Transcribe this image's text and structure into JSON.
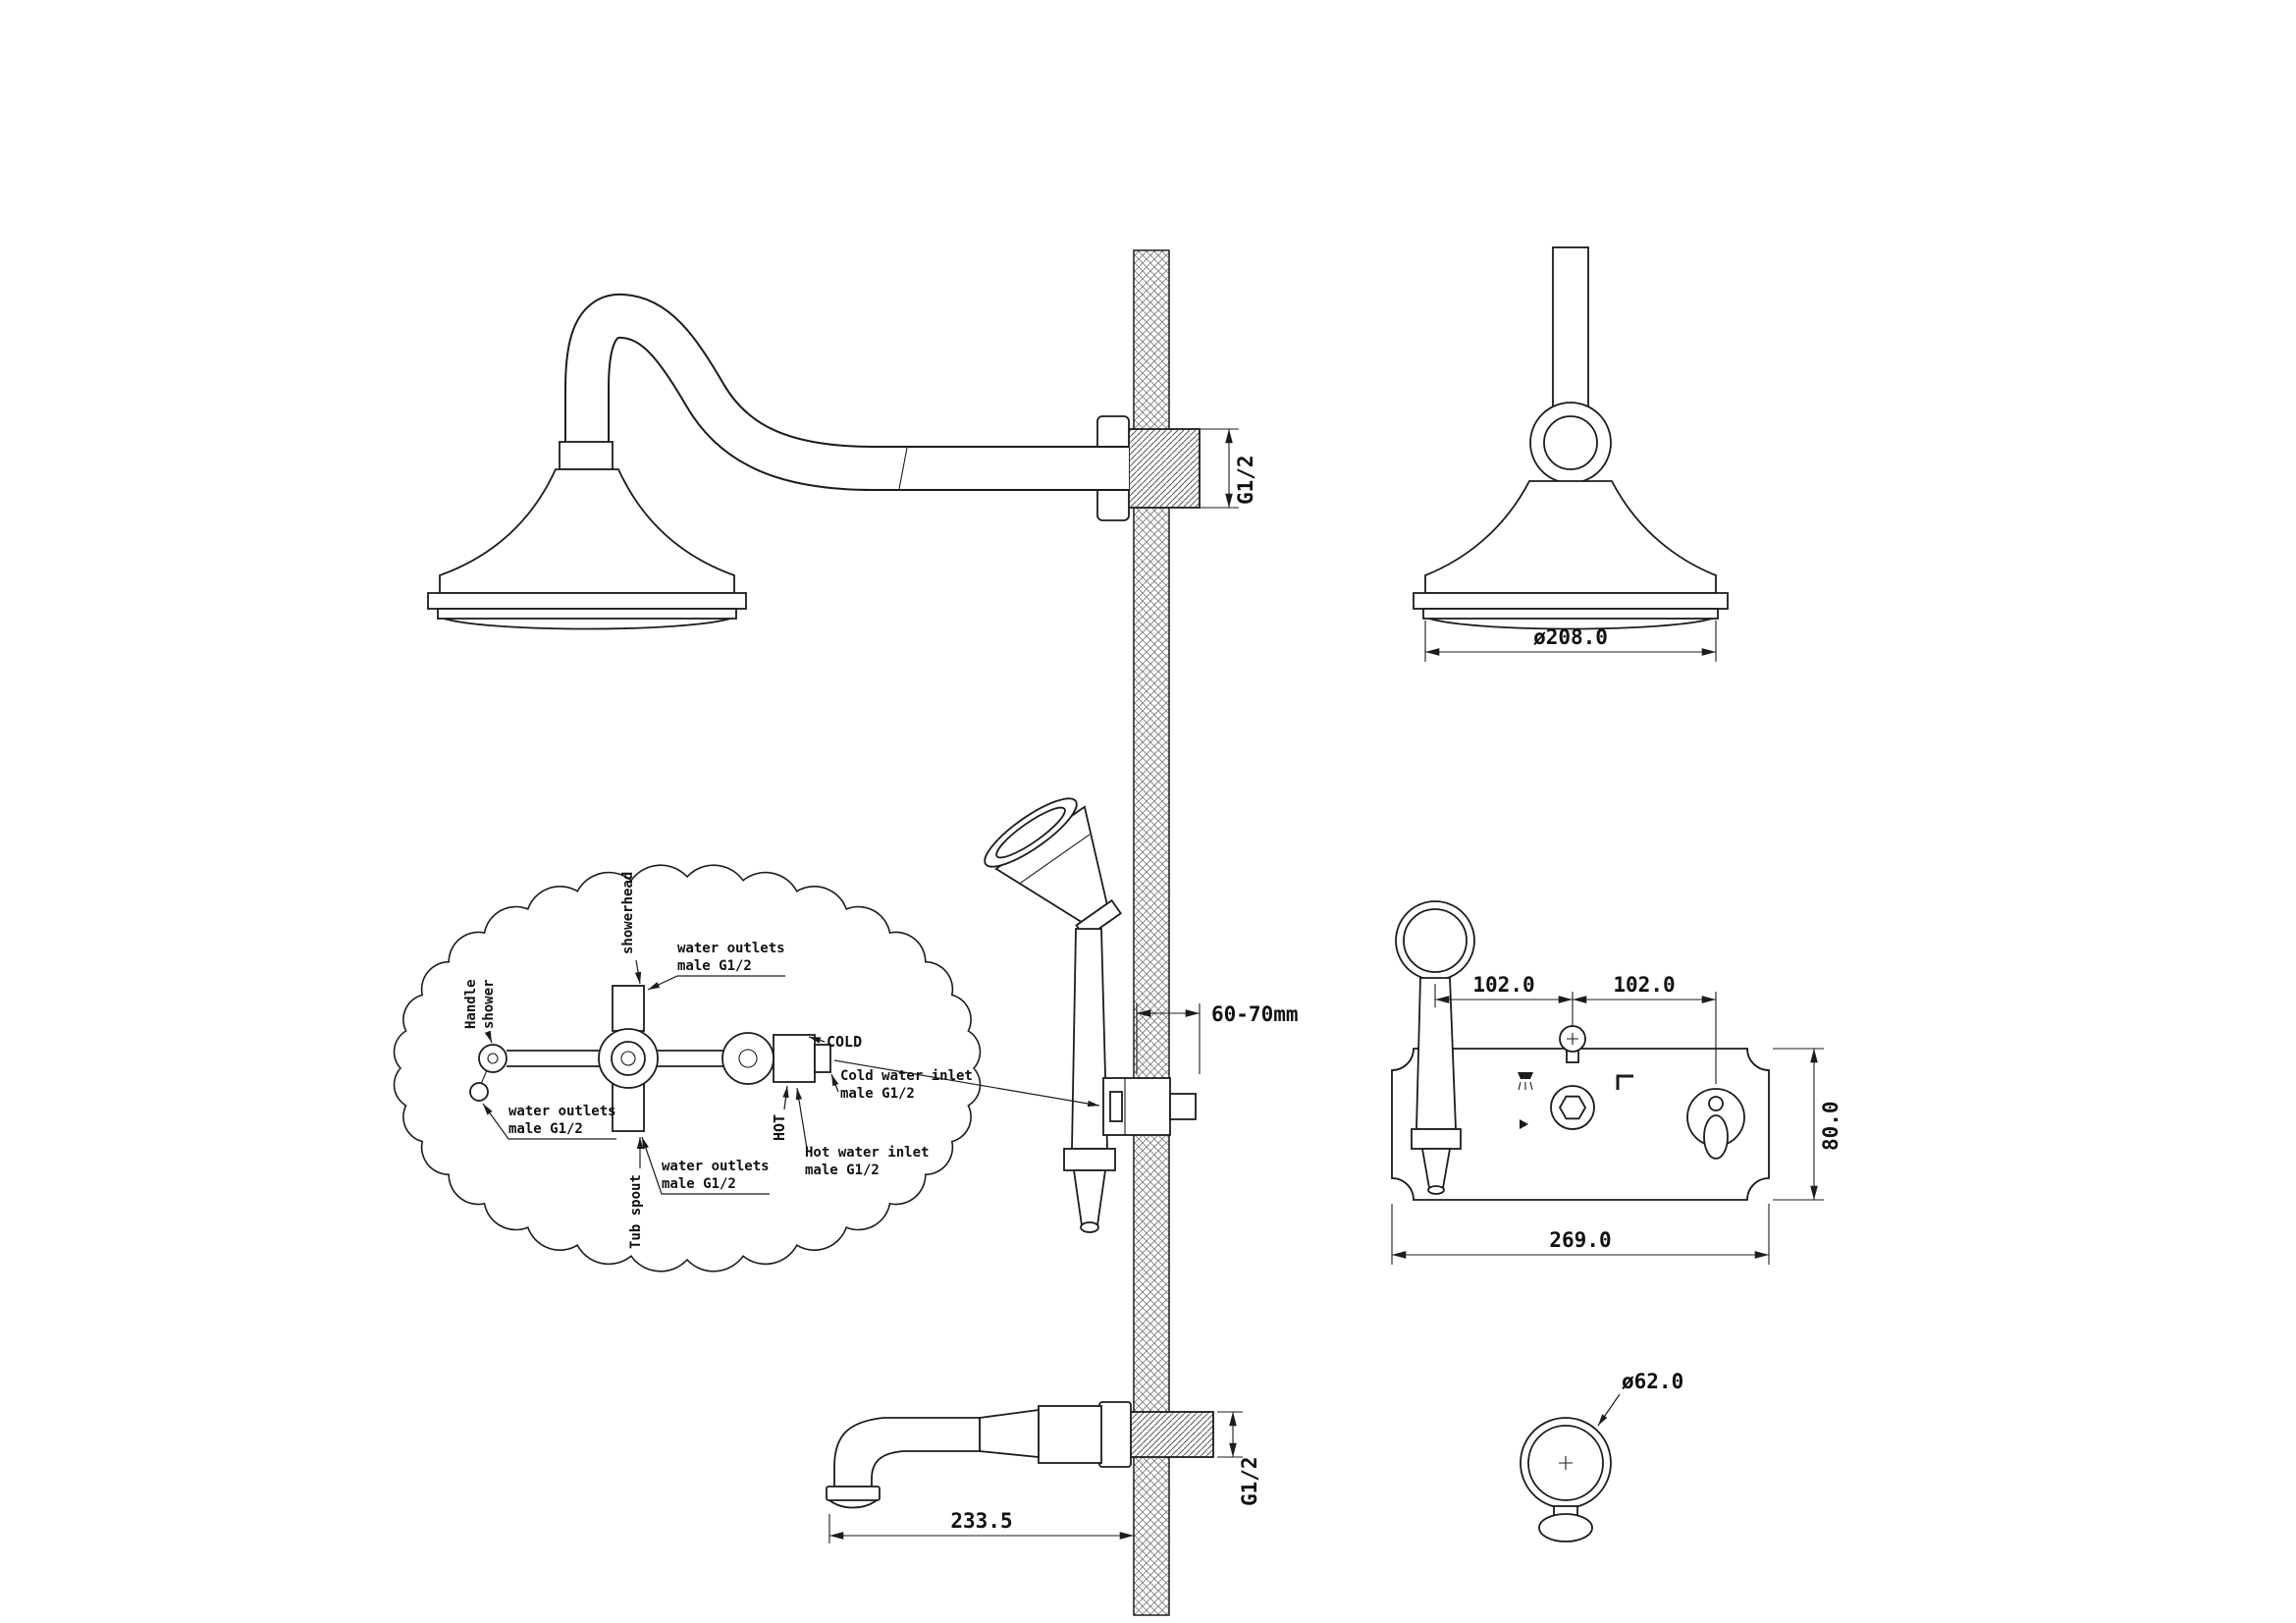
{
  "labels": {
    "showerhead": "showerhead",
    "handle_line1": "Handle",
    "handle_line2": "shower",
    "water_outlets_line1": "water outlets",
    "water_outlets_line2": "male G1/2",
    "tub_spout": "Tub spout",
    "cold": "COLD",
    "hot": "HOT",
    "cold_inlet_line1": "Cold water inlet",
    "cold_inlet_line2": "male G1/2",
    "hot_inlet_line1": "Hot water inlet",
    "hot_inlet_line2": "male G1/2"
  },
  "dims": {
    "arm_thread": "G1/2",
    "head_diameter": "ø208.0",
    "wall_depth": "60-70mm",
    "span_left": "102.0",
    "span_right": "102.0",
    "plate_height": "80.0",
    "plate_width": "269.0",
    "spout_length": "233.5",
    "spout_thread": "G1/2",
    "handle_diameter": "ø62.0"
  }
}
